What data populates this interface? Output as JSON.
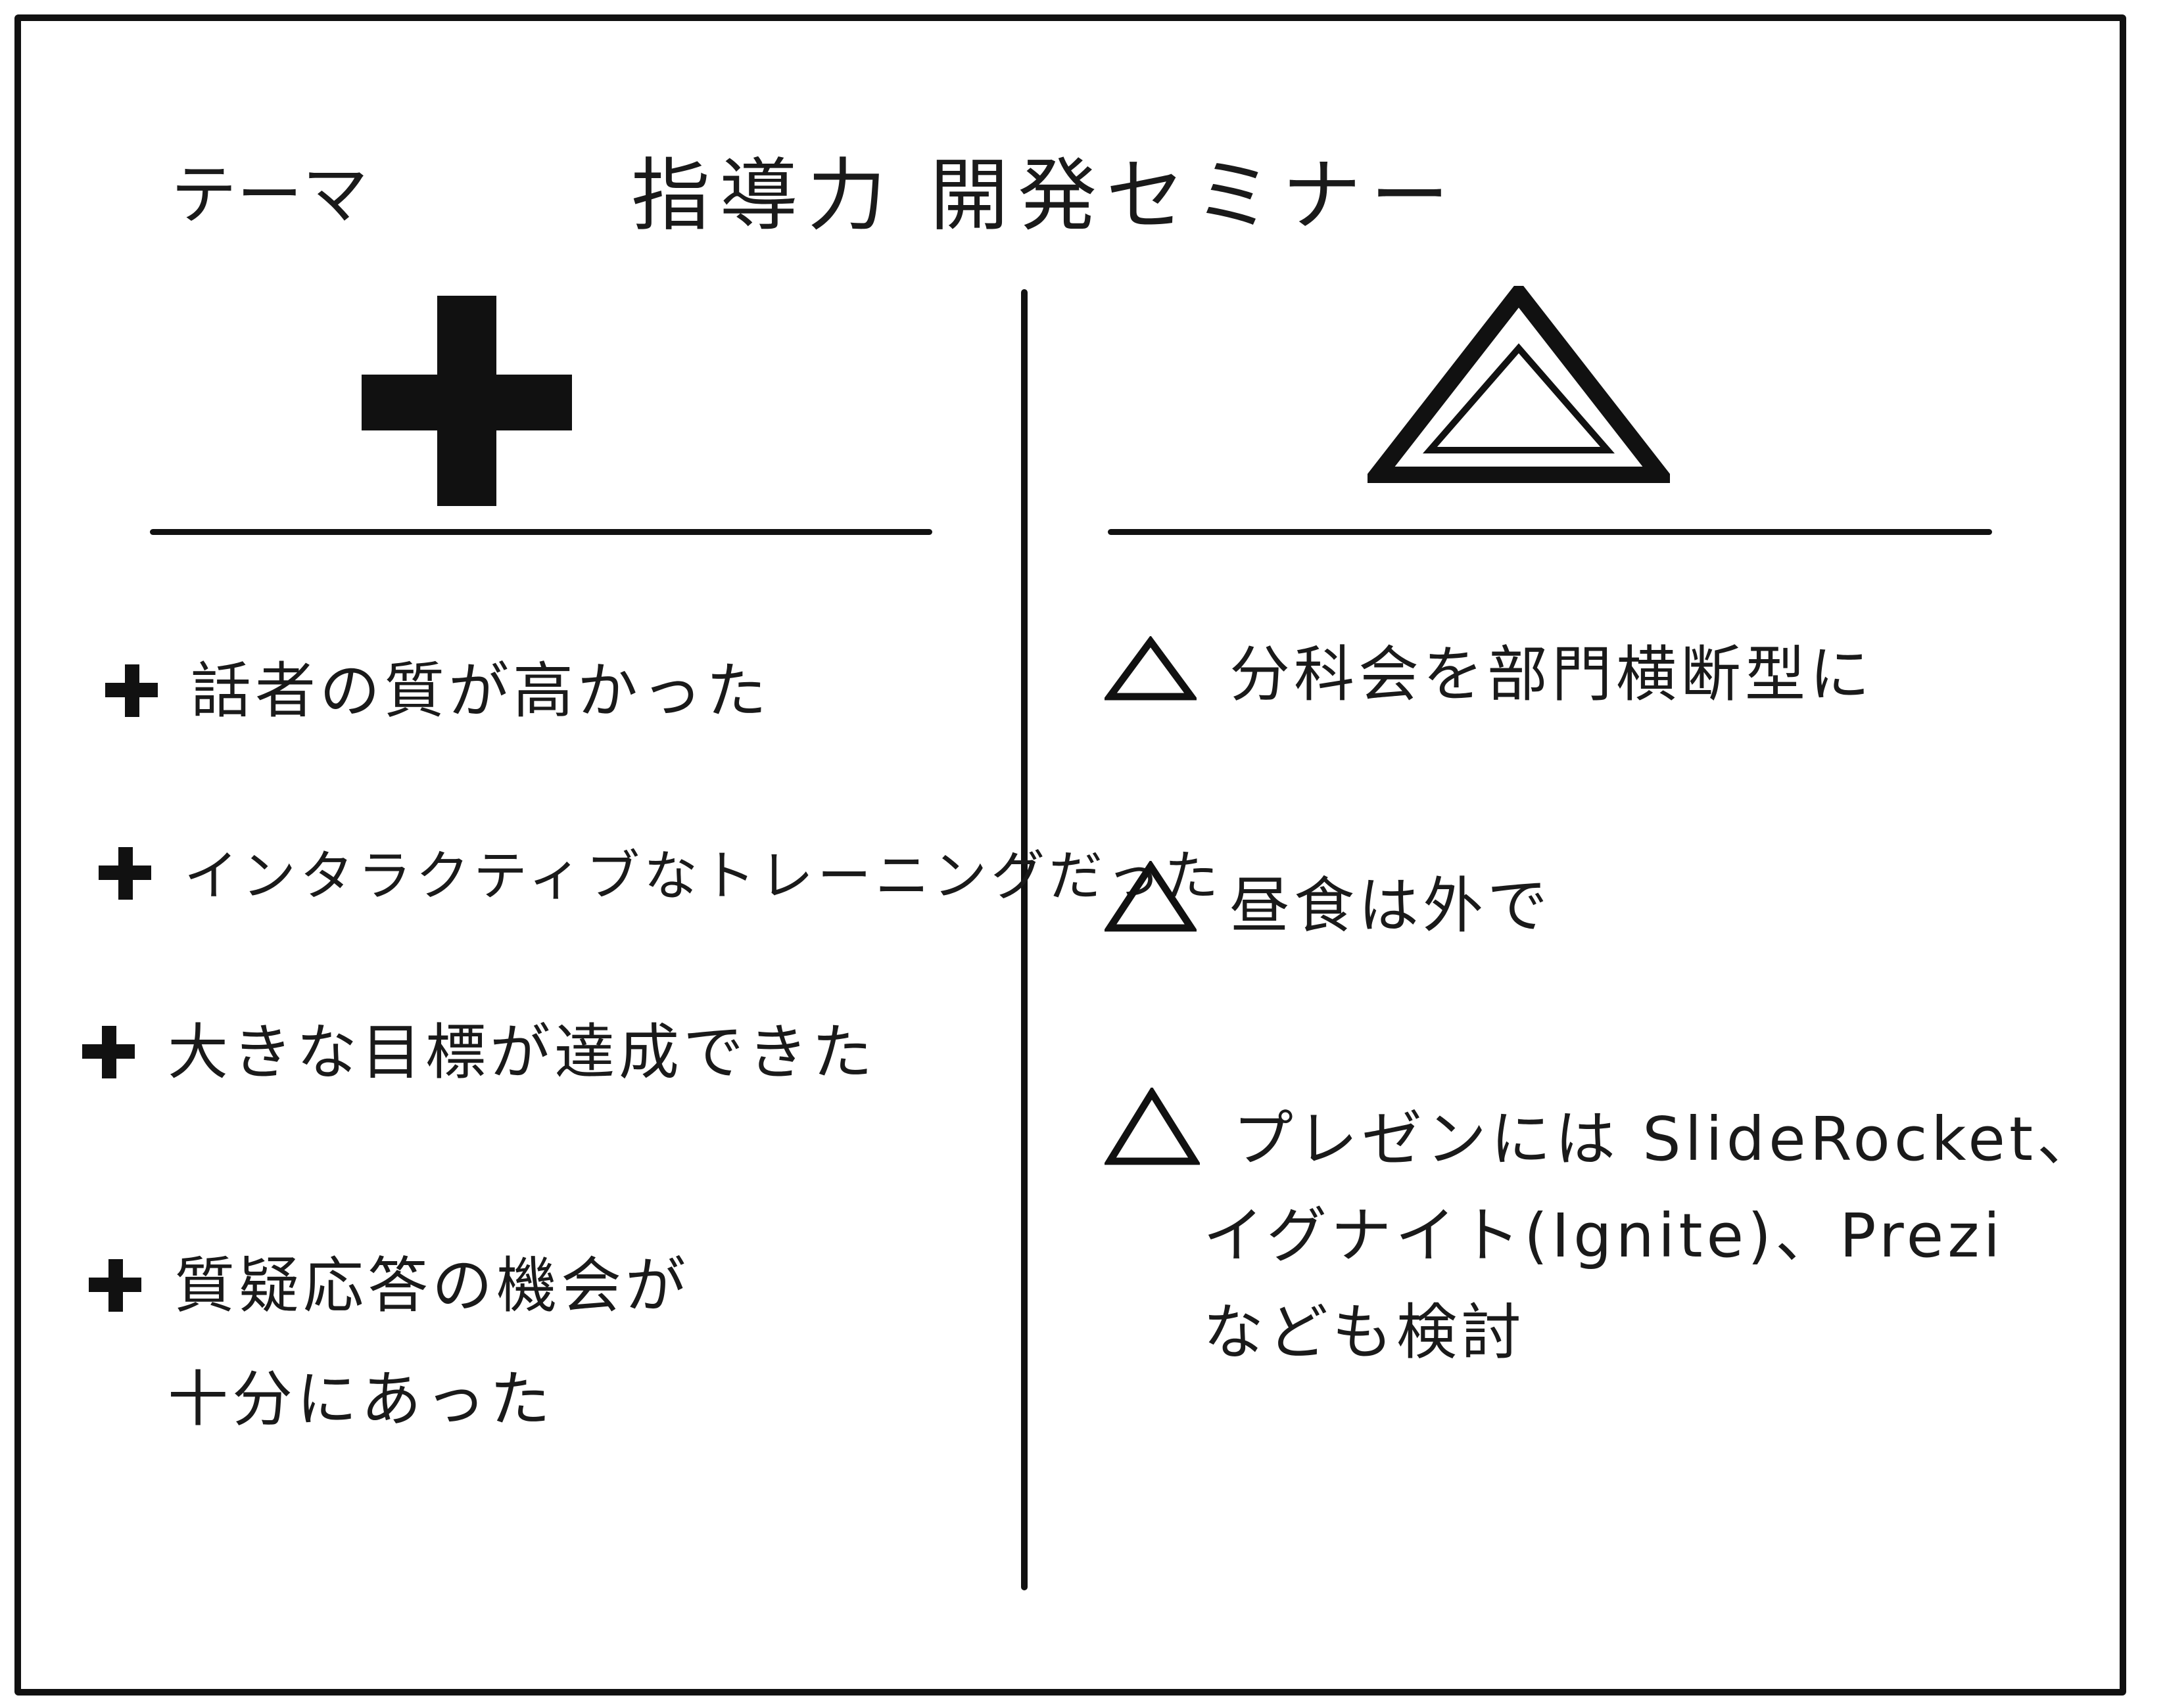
{
  "header": {
    "label": "テーマ",
    "title": "指導力 開発セミナー"
  },
  "plus_column": {
    "icon": "plus-icon",
    "items": [
      {
        "lines": [
          "話者の質が高かった"
        ]
      },
      {
        "lines": [
          "インタラクティブなトレーニングだった"
        ]
      },
      {
        "lines": [
          "大きな目標が達成できた"
        ]
      },
      {
        "lines": [
          "質疑応答の機会が",
          "十分にあった"
        ]
      }
    ]
  },
  "delta_column": {
    "icon": "delta-triangle-icon",
    "items": [
      {
        "lines": [
          "分科会を部門横断型に"
        ]
      },
      {
        "lines": [
          "昼食は外で"
        ]
      },
      {
        "lines": [
          "プレゼンには SlideRocket、",
          "イグナイト(Ignite)、Prezi",
          "なども検討"
        ]
      }
    ]
  }
}
